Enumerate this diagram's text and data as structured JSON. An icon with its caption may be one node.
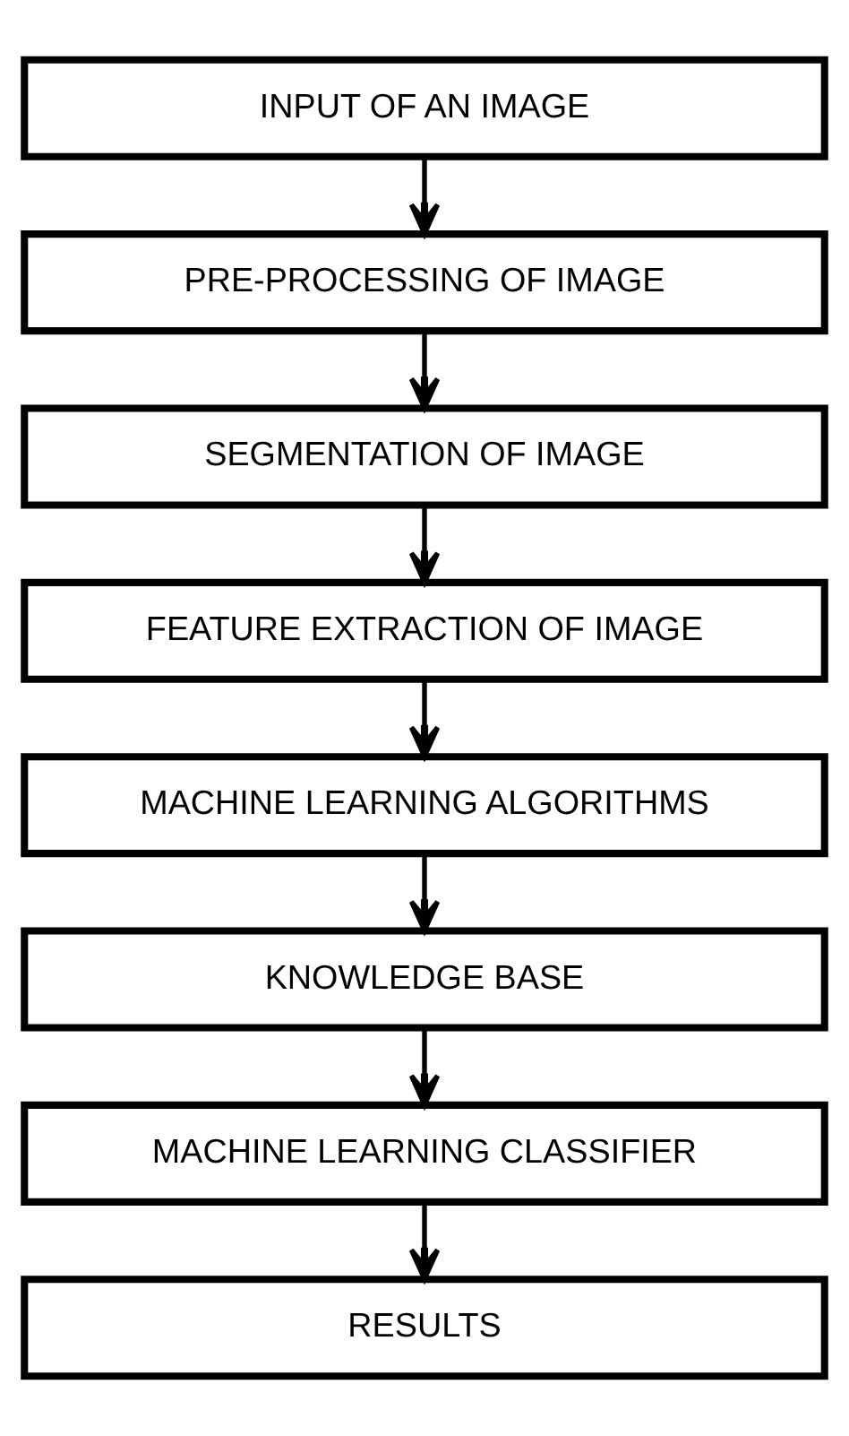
{
  "diagram": {
    "nodes": [
      {
        "text": [
          "INPUT OF AN IMAGE"
        ]
      },
      {
        "text": [
          "PRE-PROCESSING OF IMAGE"
        ]
      },
      {
        "text": [
          "SEGMENTATION OF IMAGE"
        ]
      },
      {
        "text": [
          "FEATURE EXTRACTION OF IMAGE"
        ]
      },
      {
        "text": [
          "MACHINE LEARNING ALGORITHMS"
        ]
      },
      {
        "text": [
          "KNOWLEDGE BASE"
        ]
      },
      {
        "text": [
          "MACHINE LEARNING CLASSIFIER"
        ]
      },
      {
        "text": [
          "RESULTS"
        ]
      }
    ],
    "edges": [
      {
        "from": 0,
        "to": 1,
        "arrow": "to"
      },
      {
        "from": 1,
        "to": 2,
        "arrow": "to"
      },
      {
        "from": 2,
        "to": 3,
        "arrow": "to"
      },
      {
        "from": 3,
        "to": 4,
        "arrow": "to"
      },
      {
        "from": 4,
        "to": 5,
        "arrow": "to"
      },
      {
        "from": 5,
        "to": 6,
        "arrow": "to"
      },
      {
        "from": 6,
        "to": 7,
        "arrow": "to"
      }
    ]
  }
}
